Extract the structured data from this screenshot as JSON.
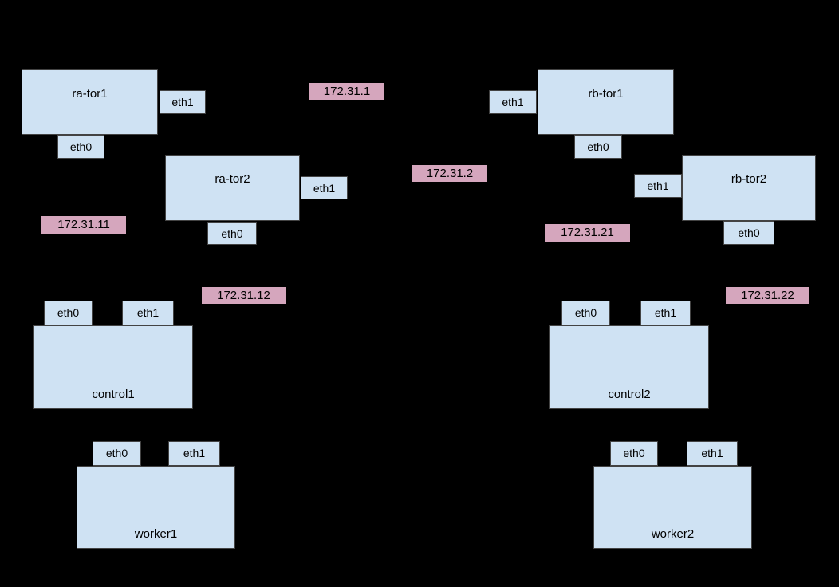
{
  "diagram": {
    "colors": {
      "background": "#000000",
      "node_fill": "#cfe2f3",
      "node_border": "#434343",
      "ip_fill": "#d5a6bd",
      "text": "#000000"
    },
    "nodes": [
      {
        "id": "ra-tor1",
        "label": "ra-tor1",
        "type": "tor",
        "interfaces": [
          {
            "name": "eth0"
          },
          {
            "name": "eth1"
          }
        ]
      },
      {
        "id": "ra-tor2",
        "label": "ra-tor2",
        "type": "tor",
        "interfaces": [
          {
            "name": "eth0"
          },
          {
            "name": "eth1"
          }
        ]
      },
      {
        "id": "rb-tor1",
        "label": "rb-tor1",
        "type": "tor",
        "interfaces": [
          {
            "name": "eth0"
          },
          {
            "name": "eth1"
          }
        ]
      },
      {
        "id": "rb-tor2",
        "label": "rb-tor2",
        "type": "tor",
        "interfaces": [
          {
            "name": "eth0"
          },
          {
            "name": "eth1"
          }
        ]
      },
      {
        "id": "control1",
        "label": "control1",
        "type": "host",
        "interfaces": [
          {
            "name": "eth0"
          },
          {
            "name": "eth1"
          }
        ]
      },
      {
        "id": "control2",
        "label": "control2",
        "type": "host",
        "interfaces": [
          {
            "name": "eth0"
          },
          {
            "name": "eth1"
          }
        ]
      },
      {
        "id": "worker1",
        "label": "worker1",
        "type": "host",
        "interfaces": [
          {
            "name": "eth0"
          },
          {
            "name": "eth1"
          }
        ]
      },
      {
        "id": "worker2",
        "label": "worker2",
        "type": "host",
        "interfaces": [
          {
            "name": "eth0"
          },
          {
            "name": "eth1"
          }
        ]
      }
    ],
    "ip_labels": [
      {
        "text": "172.31.1"
      },
      {
        "text": "172.31.2"
      },
      {
        "text": "172.31.11"
      },
      {
        "text": "172.31.12"
      },
      {
        "text": "172.31.21"
      },
      {
        "text": "172.31.22"
      }
    ]
  }
}
